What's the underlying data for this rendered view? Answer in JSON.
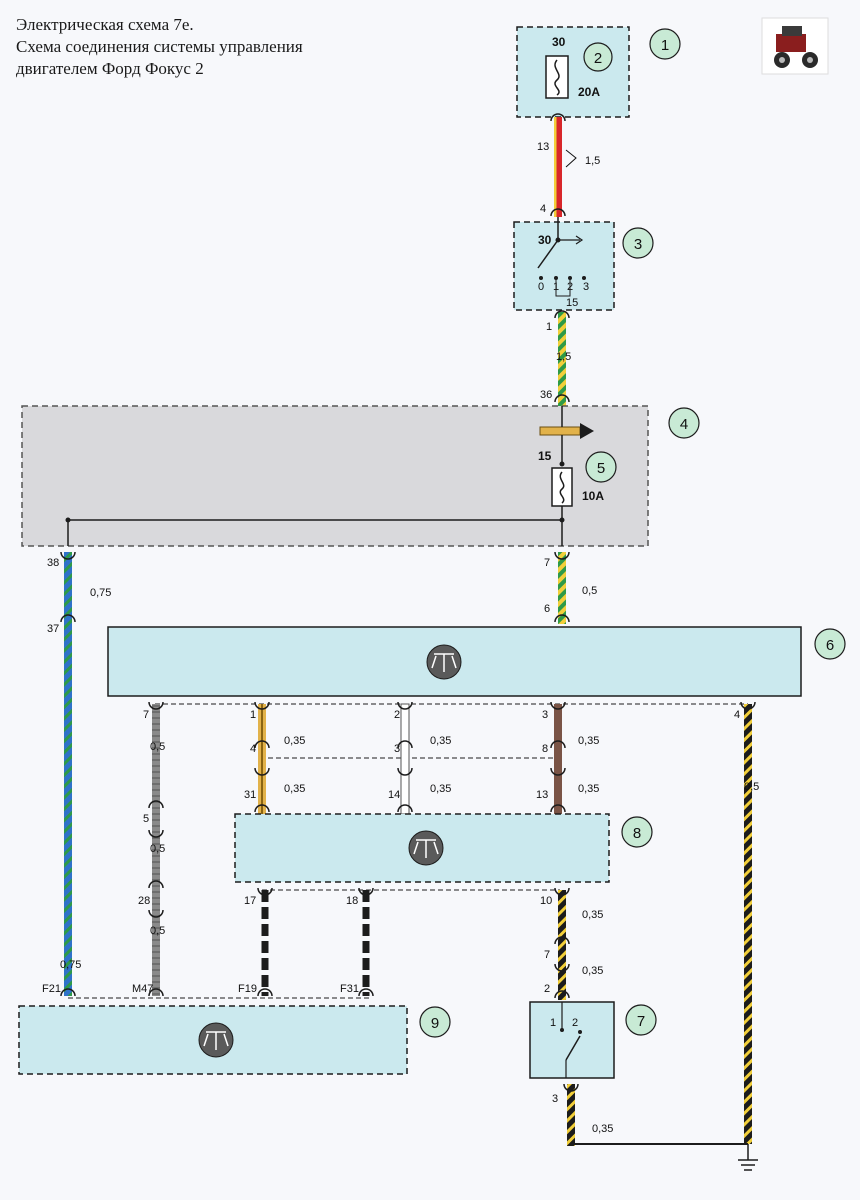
{
  "title": {
    "line1": "Электрическая схема 7е.",
    "line2": "Схема соединения системы управления",
    "line3": "двигателем Форд Фокус 2"
  },
  "colors": {
    "block_fill": "#cbe9ee",
    "panel_fill": "#d9d9dc",
    "badge_fill": "#c8ead5",
    "wire_red": "#d8262a",
    "wire_yellow": "#f2cf3a",
    "wire_green": "#2e9a48",
    "wire_blue": "#2f72c9",
    "wire_black": "#1c1c1c",
    "wire_grey": "#8a8a8a",
    "wire_brown": "#7a5446",
    "wire_orange": "#e2b24a",
    "wire_white": "#ffffff"
  },
  "badges": [
    "1",
    "2",
    "3",
    "4",
    "5",
    "6",
    "7",
    "8",
    "9"
  ],
  "fuse_main": {
    "terminal": "30",
    "rating": "20A"
  },
  "fuse_small": {
    "terminal": "15",
    "rating": "10A"
  },
  "ignition_switch": {
    "terminal_in": "30",
    "positions": [
      "0",
      "1",
      "2",
      "3"
    ],
    "terminal_out": "15"
  },
  "relay_switch": {
    "contact_a": "1",
    "contact_b": "2"
  },
  "pins": {
    "p13": "13",
    "p4": "4",
    "p1": "1",
    "p36": "36",
    "p38": "38",
    "p37": "37",
    "p7a": "7",
    "p6a": "6",
    "b6_7": "7",
    "b6_1": "1",
    "b6_2": "2",
    "b6_3": "3",
    "b6_4": "4",
    "mid_5": "5",
    "mid_4": "4",
    "mid_3": "3",
    "mid_8": "8",
    "b8_31": "31",
    "b8_14": "14",
    "b8_13": "13",
    "b8_17": "17",
    "b8_18": "18",
    "b8_10": "10",
    "mid_28": "28",
    "r_7": "7",
    "r_2": "2",
    "r_3": "3",
    "f21": "F21",
    "m47": "M47",
    "f19": "F19",
    "f31": "F31"
  },
  "sizes": {
    "s_red": "1,5",
    "s_top": "1,5",
    "s_blue_l": "0,75",
    "s_blue_b": "0,75",
    "s_p7": "0,5",
    "s_grey1": "0,5",
    "s_grey2": "0,5",
    "s_grey3": "0,5",
    "s_y1": "0,35",
    "s_y2": "0,35",
    "s_w1": "0,35",
    "s_w2": "0,35",
    "s_br1": "0,35",
    "s_br2": "0,35",
    "s_blk1": "0,35",
    "s_blk2": "0,35",
    "s_blk_right": "0,5",
    "s_blk_bot": "0,35"
  },
  "icons": [
    "car-thumbnail-icon",
    "transistor-icon",
    "ground-icon",
    "fuse-icon",
    "arrow-right-icon"
  ]
}
